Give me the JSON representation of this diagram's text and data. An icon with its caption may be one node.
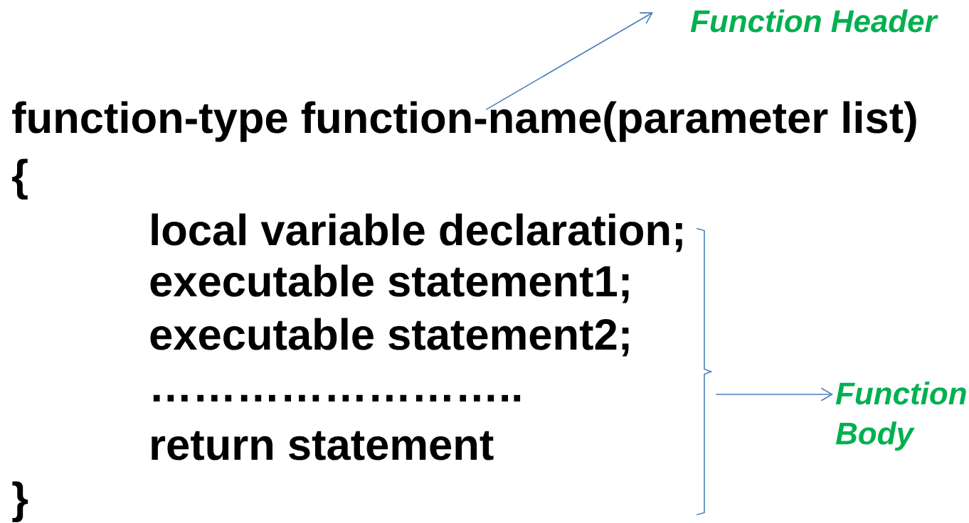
{
  "diagram": {
    "nodes": [
      {
        "text": [
          "function-type function-name(parameter list)"
        ]
      },
      {
        "text": [
          "Function Header"
        ]
      },
      {
        "text": [],
        "shape": "bracket"
      },
      {
        "text": [
          "Function Body"
        ]
      }
    ],
    "edges": [
      {
        "from": 0,
        "to": 1,
        "arrow": "to"
      },
      {
        "from": 2,
        "to": 3,
        "arrow": "to"
      }
    ],
    "labels": [
      "{",
      "local variable declaration;",
      "executable statement1;",
      "executable statement2;",
      "……………………..",
      "return statement",
      "}"
    ]
  }
}
